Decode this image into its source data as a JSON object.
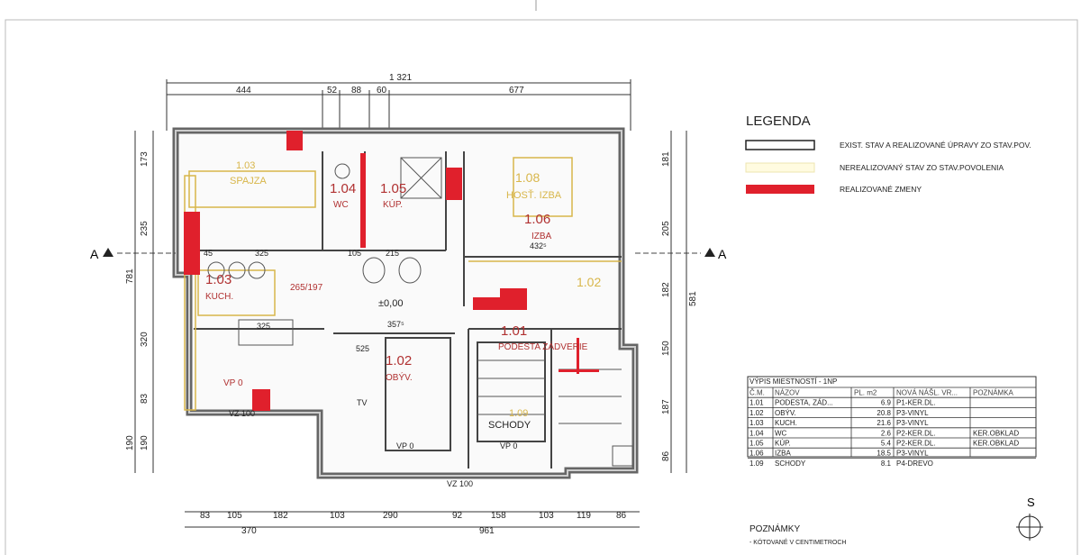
{
  "sheet": {
    "section_mark": "A",
    "north_label": "S"
  },
  "dimensions": {
    "top_total": "1 321",
    "top": [
      "444",
      "52",
      "88",
      "60",
      "677"
    ],
    "bottom": [
      "83",
      "105",
      "182",
      "103",
      "290",
      "92",
      "158",
      "103",
      "119",
      "86"
    ],
    "bottom_totals": [
      "370",
      "961"
    ],
    "left": [
      "173",
      "235",
      "781",
      "320",
      "83",
      "190",
      "190"
    ],
    "right": [
      "181",
      "205",
      "182",
      "581",
      "150",
      "187",
      "86"
    ]
  },
  "rooms": [
    {
      "code": "1.03",
      "label": "SPAJZA"
    },
    {
      "code": "1.04",
      "label": "WC"
    },
    {
      "code": "1.05",
      "label": "KÚP."
    },
    {
      "code": "1.08",
      "label": "HOSŤ. IZBA"
    },
    {
      "code": "1.06",
      "label": "IZBA",
      "extra": "432⁵"
    },
    {
      "code": "1.03",
      "label": "KUCH."
    },
    {
      "code": "1.02",
      "label": "OBÝV."
    },
    {
      "code": "1.01",
      "label": "PODESTA ZÁDVERIE"
    },
    {
      "code": "1.09",
      "label": "SCHODY"
    },
    {
      "code": "1.02",
      "label": ""
    }
  ],
  "level": "±0,00",
  "plan_notes": [
    "VP 0",
    "VZ 100",
    "TV",
    "357⁵",
    "325",
    "45",
    "525",
    "105",
    "215",
    "265/197"
  ],
  "legend": {
    "title": "LEGENDA",
    "items": [
      {
        "label": "EXIST. STAV A REALIZOVANÉ ÚPRAVY ZO STAV.POV.",
        "color": "#ffffff"
      },
      {
        "label": "NEREALIZOVANÝ STAV ZO STAV.POVOLENIA",
        "color": "#fffbe0"
      },
      {
        "label": "REALIZOVANÉ ZMENY",
        "color": "#e0202c"
      }
    ]
  },
  "room_table": {
    "title": "VÝPIS MIESTNOSTÍ - 1NP",
    "columns": [
      "Č.M.",
      "NÁZOV",
      "PL. m2",
      "NOVÁ NÁŠL. VR...",
      "POZNÁMKA"
    ],
    "rows": [
      [
        "1.01",
        "PODESTA, ZÁD...",
        "6.9",
        "P1-KER.DL.",
        ""
      ],
      [
        "1.02",
        "OBÝV.",
        "20.8",
        "P3-VINYL",
        ""
      ],
      [
        "1.03",
        "KUCH.",
        "21.6",
        "P3-VINYL",
        ""
      ],
      [
        "1.04",
        "WC",
        "2.6",
        "P2-KER.DL.",
        "KER.OBKLAD"
      ],
      [
        "1.05",
        "KÚP.",
        "5.4",
        "P2-KER.DL.",
        "KER.OBKLAD"
      ],
      [
        "1.06",
        "IZBA",
        "18.5",
        "P3-VINYL",
        ""
      ],
      [
        "1.09",
        "SCHODY",
        "8.1",
        "P4-DREVO",
        ""
      ]
    ]
  },
  "notes": {
    "title": "POZNÁMKY",
    "items": [
      "- KÓTOVANÉ V CENTIMETROCH"
    ]
  },
  "colors": {
    "wall": "#555555",
    "changes": "#e0202c",
    "unrealized": "#d8b64a",
    "rooms_text": "#b03030"
  }
}
